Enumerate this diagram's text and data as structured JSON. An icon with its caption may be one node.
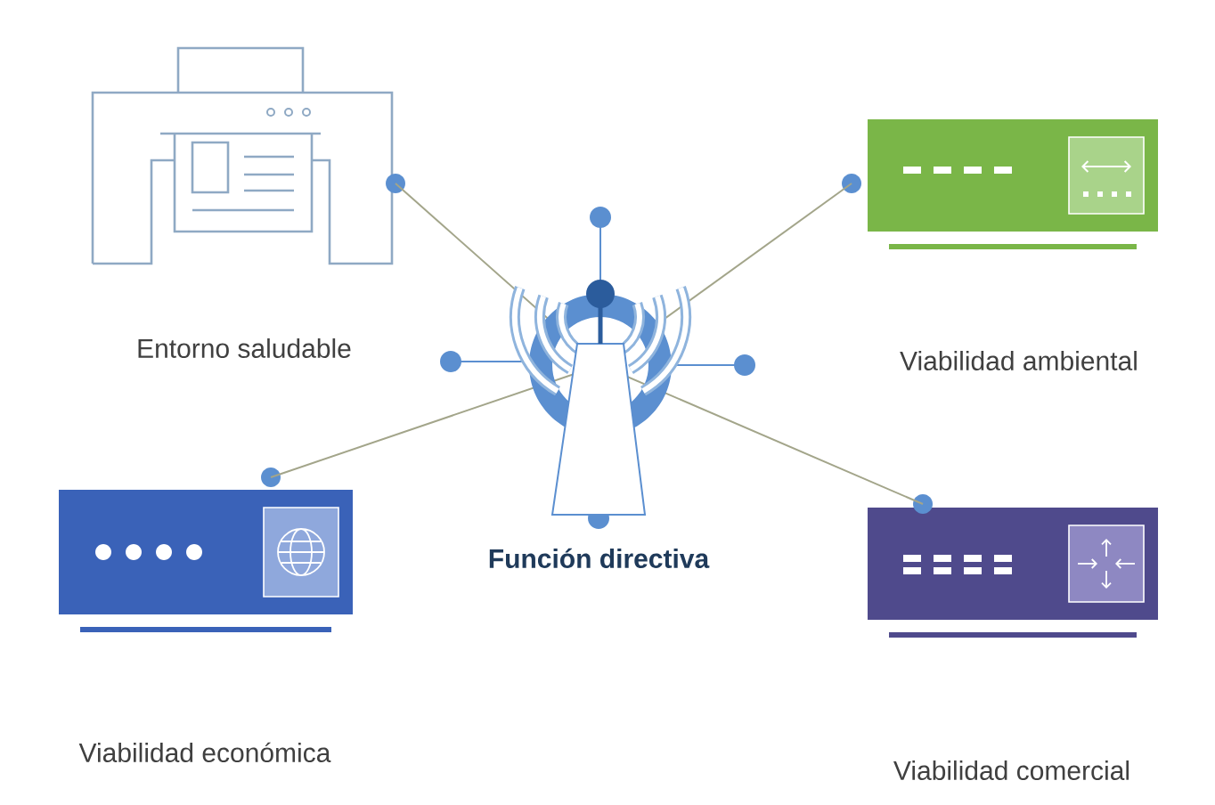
{
  "diagram": {
    "nodes": [
      {
        "text": [
          "Entorno saludable"
        ]
      },
      {
        "text": [
          "Viabilidad ambiental"
        ]
      },
      {
        "text": [
          "Función directiva"
        ]
      },
      {
        "text": [
          "Viabilidad económica"
        ]
      },
      {
        "text": [
          "Viabilidad comercial"
        ]
      }
    ],
    "edges": [
      {
        "from": 2,
        "to": 0,
        "arrow": "none"
      },
      {
        "from": 2,
        "to": 1,
        "arrow": "none"
      },
      {
        "from": 2,
        "to": 3,
        "arrow": "none"
      },
      {
        "from": 2,
        "to": 4,
        "arrow": "none"
      }
    ]
  }
}
